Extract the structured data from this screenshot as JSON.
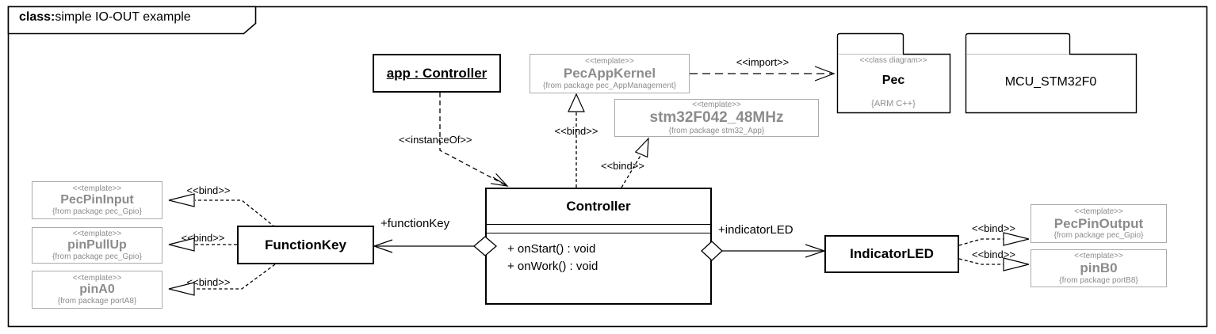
{
  "frame": {
    "title_keyword": "class:",
    "title_text": "simple IO-OUT example"
  },
  "nodes": {
    "app_controller": {
      "name": "app : Controller"
    },
    "pec_app_kernel": {
      "stereotype": "<<template>>",
      "name": "PecAppKernel",
      "from": "{from package pec_AppManagement}"
    },
    "stm32": {
      "stereotype": "<<template>>",
      "name": "stm32F042_48MHz",
      "from": "{from package stm32_App}"
    },
    "pec_package": {
      "stereotype": "<<class diagram>>",
      "name": "Pec",
      "note": "{ARM C++}"
    },
    "mcu_package": {
      "name": "MCU_STM32F0"
    },
    "controller": {
      "name": "Controller",
      "methods": [
        "+ onStart() : void",
        "+ onWork() : void"
      ]
    },
    "function_key": {
      "name": "FunctionKey"
    },
    "indicator_led": {
      "name": "IndicatorLED"
    },
    "pec_pin_input": {
      "stereotype": "<<template>>",
      "name": "PecPinInput",
      "from": "{from package pec_Gpio}"
    },
    "pin_pull_up": {
      "stereotype": "<<template>>",
      "name": "pinPullUp",
      "from": "{from package pec_Gpio}"
    },
    "pin_a0": {
      "stereotype": "<<template>>",
      "name": "pinA0",
      "from": "{from package portA8}"
    },
    "pec_pin_output": {
      "stereotype": "<<template>>",
      "name": "PecPinOutput",
      "from": "{from package pec_Gpio}"
    },
    "pin_b0": {
      "stereotype": "<<template>>",
      "name": "pinB0",
      "from": "{from package portB8}"
    }
  },
  "connectors": {
    "instance_of_label": "<<instanceOf>>",
    "bind_label": "<<bind>>",
    "import_label": "<<import>>",
    "function_key_role": "+functionKey",
    "indicator_led_role": "+indicatorLED"
  },
  "colors": {
    "background": "#ffffff",
    "line": "#000000",
    "template_text": "#8c8c8c",
    "template_border": "#ababab"
  }
}
